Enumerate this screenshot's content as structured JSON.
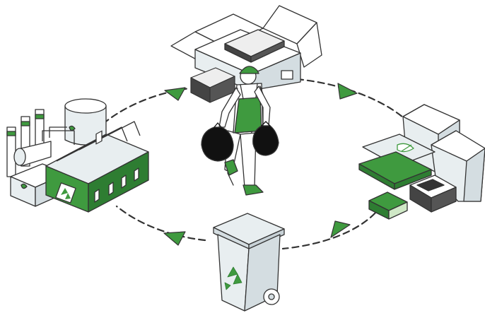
{
  "diagram": {
    "nodes": [
      {
        "id": "worker",
        "icon": "worker-carrying-trash-bags-icon"
      },
      {
        "id": "paper",
        "icon": "paper-cardboard-stack-icon"
      },
      {
        "id": "bin",
        "icon": "recycling-bin-icon"
      },
      {
        "id": "factory",
        "icon": "recycling-factory-icon"
      }
    ],
    "edges": [
      {
        "from": "worker",
        "to": "paper"
      },
      {
        "from": "paper",
        "to": "bin"
      },
      {
        "from": "bin",
        "to": "factory"
      },
      {
        "from": "factory",
        "to": "worker"
      }
    ]
  },
  "colors": {
    "accent": "#3f9a3f",
    "accent_dark": "#2e7d32",
    "accent_light": "#cfe8c6",
    "line": "#333333",
    "panel": "#e8eef0",
    "panel_shade": "#d4dde1",
    "bag": "#111111",
    "background": "#ffffff"
  }
}
